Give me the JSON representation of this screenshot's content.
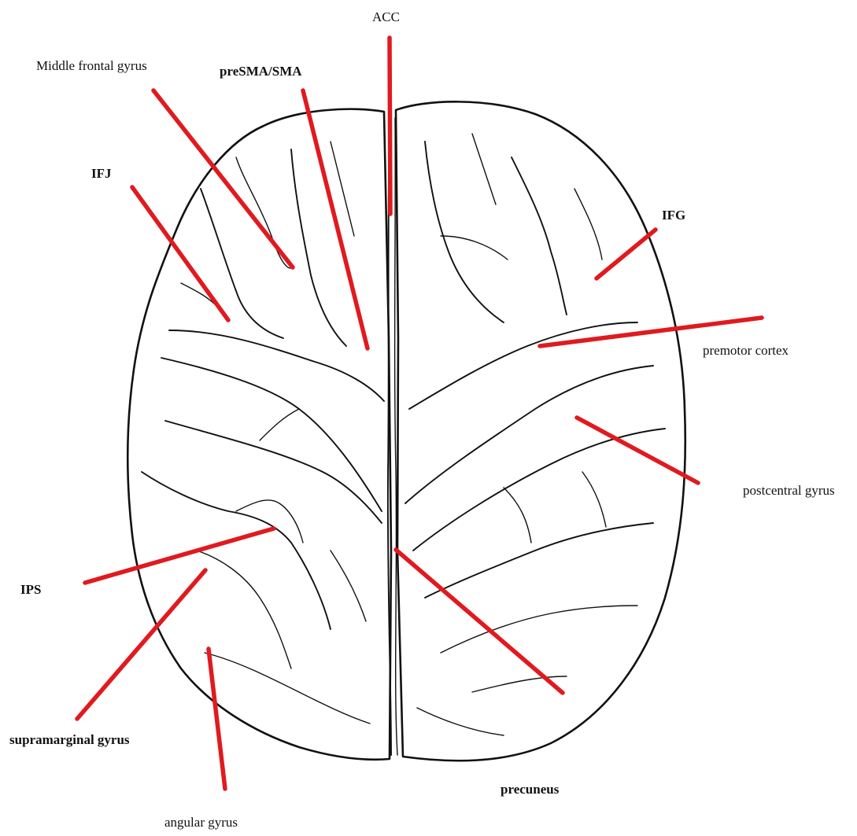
{
  "diagram": {
    "leader_color": "#e01a1f",
    "outline_color": "#111111",
    "labels": {
      "acc": "ACC",
      "middle_frontal_gyrus": "Middle frontal gyrus",
      "presma_sma": "preSMA/SMA",
      "ifj": "IFJ",
      "ifg": "IFG",
      "premotor_cortex": "premotor cortex",
      "postcentral_gyrus": "postcentral gyrus",
      "ips": "IPS",
      "supramarginal_gyrus": "supramarginal gyrus",
      "angular_gyrus": "angular gyrus",
      "precuneus": "precuneus"
    }
  }
}
